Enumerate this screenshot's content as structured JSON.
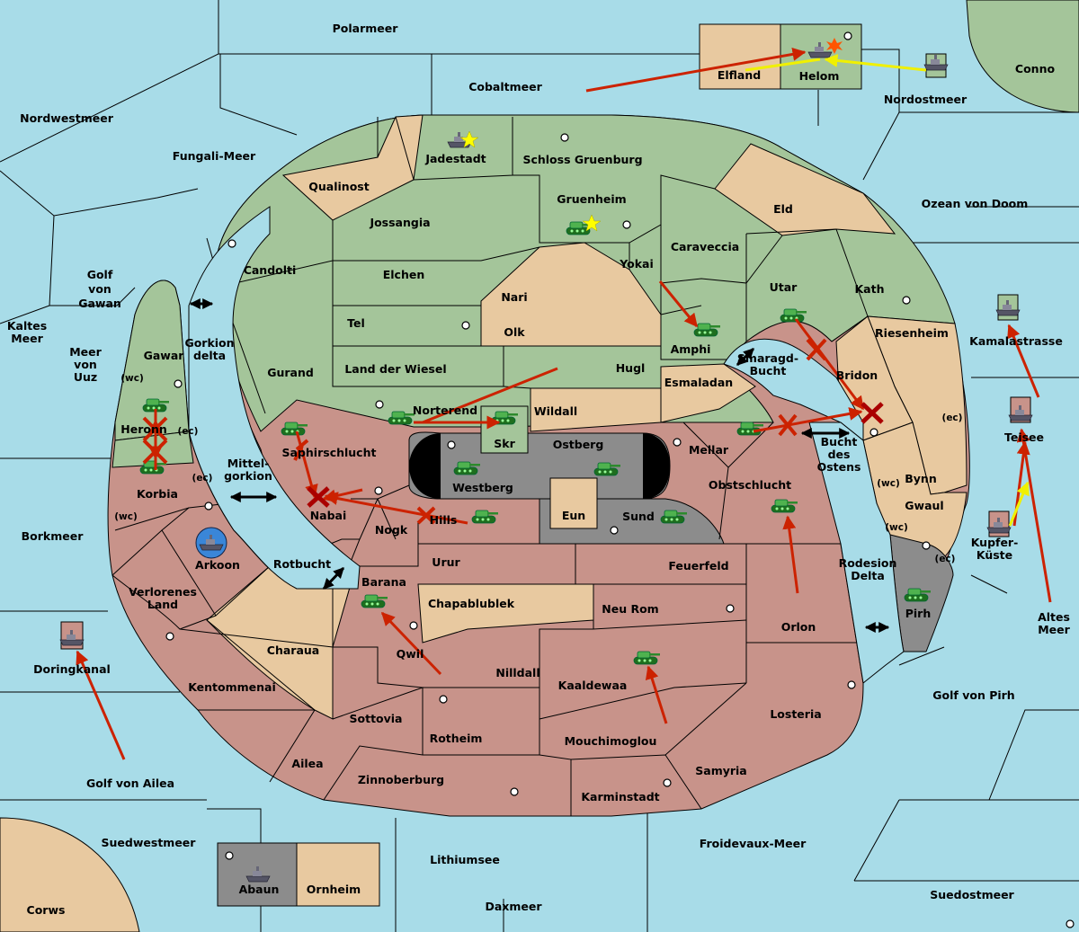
{
  "colors": {
    "sea": "#a8dce8",
    "green": "#a4c59a",
    "tan": "#e8c9a0",
    "red": "#c8938a",
    "grey": "#8c8c8c",
    "land_sea_corner": "#a4c59a",
    "red_move": "#cc2200",
    "yellow_move": "#f0f000"
  },
  "sea_labels": [
    "Polarmeer",
    "Cobaltmeer",
    "Nordwestmeer",
    "Nordostmeer",
    "Conno",
    "Fungali-Meer",
    "Ozean von Doom",
    "Golf von Gawan",
    "Kaltes Meer",
    "Meer von Uuz",
    "Borkmeer",
    "Doringkanal",
    "Golf von Ailea",
    "Suedwestmeer",
    "Corws",
    "Lithiumsee",
    "Daxmeer",
    "Froidevaux-Meer",
    "Suedostmeer",
    "Golf von Pirh",
    "Altes Meer",
    "Kamalastrasse",
    "Teisee",
    "Kupfer- Küste",
    "Bucht des Ostens",
    "Smaragd- Bucht",
    "Gorkion delta",
    "Mittel- gorkion",
    "Rotbucht",
    "Rodesion Delta"
  ],
  "land_labels": [
    "Elfland",
    "Helom",
    "Jadestadt",
    "Schloss Gruenburg",
    "Qualinost",
    "Gruenheim",
    "Eld",
    "Jossangia",
    "Candolti",
    "Elchen",
    "Caraveccia",
    "Yokai",
    "Nari",
    "Utar",
    "Kath",
    "Tel",
    "Olk",
    "Amphi",
    "Riesenheim",
    "Gawar",
    "Gurand",
    "Land der Wiesel",
    "Hugl",
    "Esmaladan",
    "Bridon",
    "Heronn",
    "Norterend",
    "Wildall",
    "Skr",
    "Ostberg",
    "Mellar",
    "Saphirschlucht",
    "Westberg",
    "Obstschlucht",
    "Bynn",
    "Korbia",
    "Nabai",
    "Hills",
    "Eun",
    "Sund",
    "Gwaul",
    "Nogk",
    "Arkoon",
    "Urur",
    "Feuerfeld",
    "Pirh",
    "Verlorenes Land",
    "Barana",
    "Chapablublek",
    "Neu Rom",
    "Orlon",
    "Charaua",
    "Qwil",
    "Nilldall",
    "Kaaldewaa",
    "Kentommenai",
    "Sottovia",
    "Losteria",
    "Rotheim",
    "Mouchimoglou",
    "Ailea",
    "Samyria",
    "Zinnoberburg",
    "Karminstadt",
    "Abaun",
    "Ornheim"
  ],
  "coast_tags": [
    "(wc)",
    "(ec)",
    "(ec)",
    "(wc)",
    "(ec)",
    "(wc)",
    "(wc)",
    "(ec)"
  ],
  "units": [
    {
      "type": "fleet",
      "at": "Helom"
    },
    {
      "type": "fleet",
      "at": "Nordostmeer"
    },
    {
      "type": "fleet",
      "at": "Jadestadt"
    },
    {
      "type": "army",
      "at": "Gruenheim"
    },
    {
      "type": "army",
      "at": "Amphi"
    },
    {
      "type": "army",
      "at": "Utar"
    },
    {
      "type": "army",
      "at": "Heronn"
    },
    {
      "type": "army",
      "at": "Korbia"
    },
    {
      "type": "army",
      "at": "Saphirschlucht"
    },
    {
      "type": "army",
      "at": "Norterend"
    },
    {
      "type": "army",
      "at": "Skr"
    },
    {
      "type": "army",
      "at": "Westberg"
    },
    {
      "type": "army",
      "at": "Ostberg"
    },
    {
      "type": "army",
      "at": "Hills"
    },
    {
      "type": "army",
      "at": "Sund"
    },
    {
      "type": "army",
      "at": "Mellar"
    },
    {
      "type": "army",
      "at": "Obstschlucht"
    },
    {
      "type": "army",
      "at": "Pirh"
    },
    {
      "type": "army",
      "at": "Barana"
    },
    {
      "type": "army",
      "at": "Kaaldewaa"
    },
    {
      "type": "fleet",
      "at": "Arkoon"
    },
    {
      "type": "fleet",
      "at": "Doringkanal"
    },
    {
      "type": "fleet",
      "at": "Kamalastrasse"
    },
    {
      "type": "fleet",
      "at": "Teisee"
    },
    {
      "type": "fleet",
      "at": "Kupfer-Küste"
    },
    {
      "type": "fleet",
      "at": "Abaun"
    }
  ]
}
